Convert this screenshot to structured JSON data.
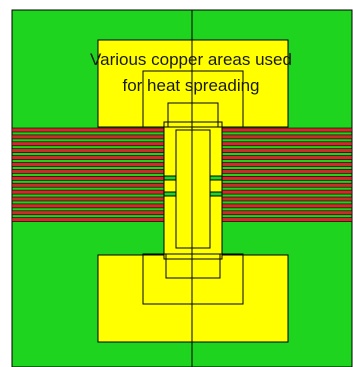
{
  "caption": {
    "line1": "Various copper areas used",
    "line2": "for heat spreading"
  },
  "colors": {
    "board": "#1ed41e",
    "copper": "#ffff00",
    "trace": "#cc2b2b",
    "outline": "#000000",
    "background": "#ffffff"
  },
  "traces": {
    "left_bank_count": 14,
    "right_bank_count": 14
  }
}
